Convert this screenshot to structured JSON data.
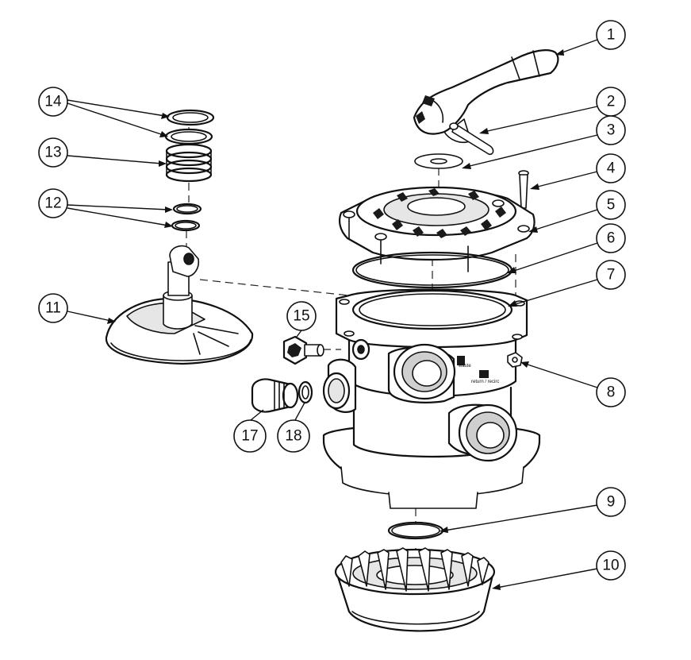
{
  "diagram": {
    "type": "exploded-parts-diagram",
    "callouts": [
      {
        "id": "c1",
        "label": "1"
      },
      {
        "id": "c2",
        "label": "2"
      },
      {
        "id": "c3",
        "label": "3"
      },
      {
        "id": "c4",
        "label": "4"
      },
      {
        "id": "c5",
        "label": "5"
      },
      {
        "id": "c6",
        "label": "6"
      },
      {
        "id": "c7",
        "label": "7"
      },
      {
        "id": "c8",
        "label": "8"
      },
      {
        "id": "c9",
        "label": "9"
      },
      {
        "id": "c10",
        "label": "10"
      },
      {
        "id": "c11",
        "label": "11"
      },
      {
        "id": "c12",
        "label": "12"
      },
      {
        "id": "c13",
        "label": "13"
      },
      {
        "id": "c14",
        "label": "14"
      },
      {
        "id": "c15",
        "label": "15"
      },
      {
        "id": "c17",
        "label": "17"
      },
      {
        "id": "c18",
        "label": "18"
      }
    ],
    "body_markings": [
      "waste",
      "return / recirc"
    ]
  }
}
